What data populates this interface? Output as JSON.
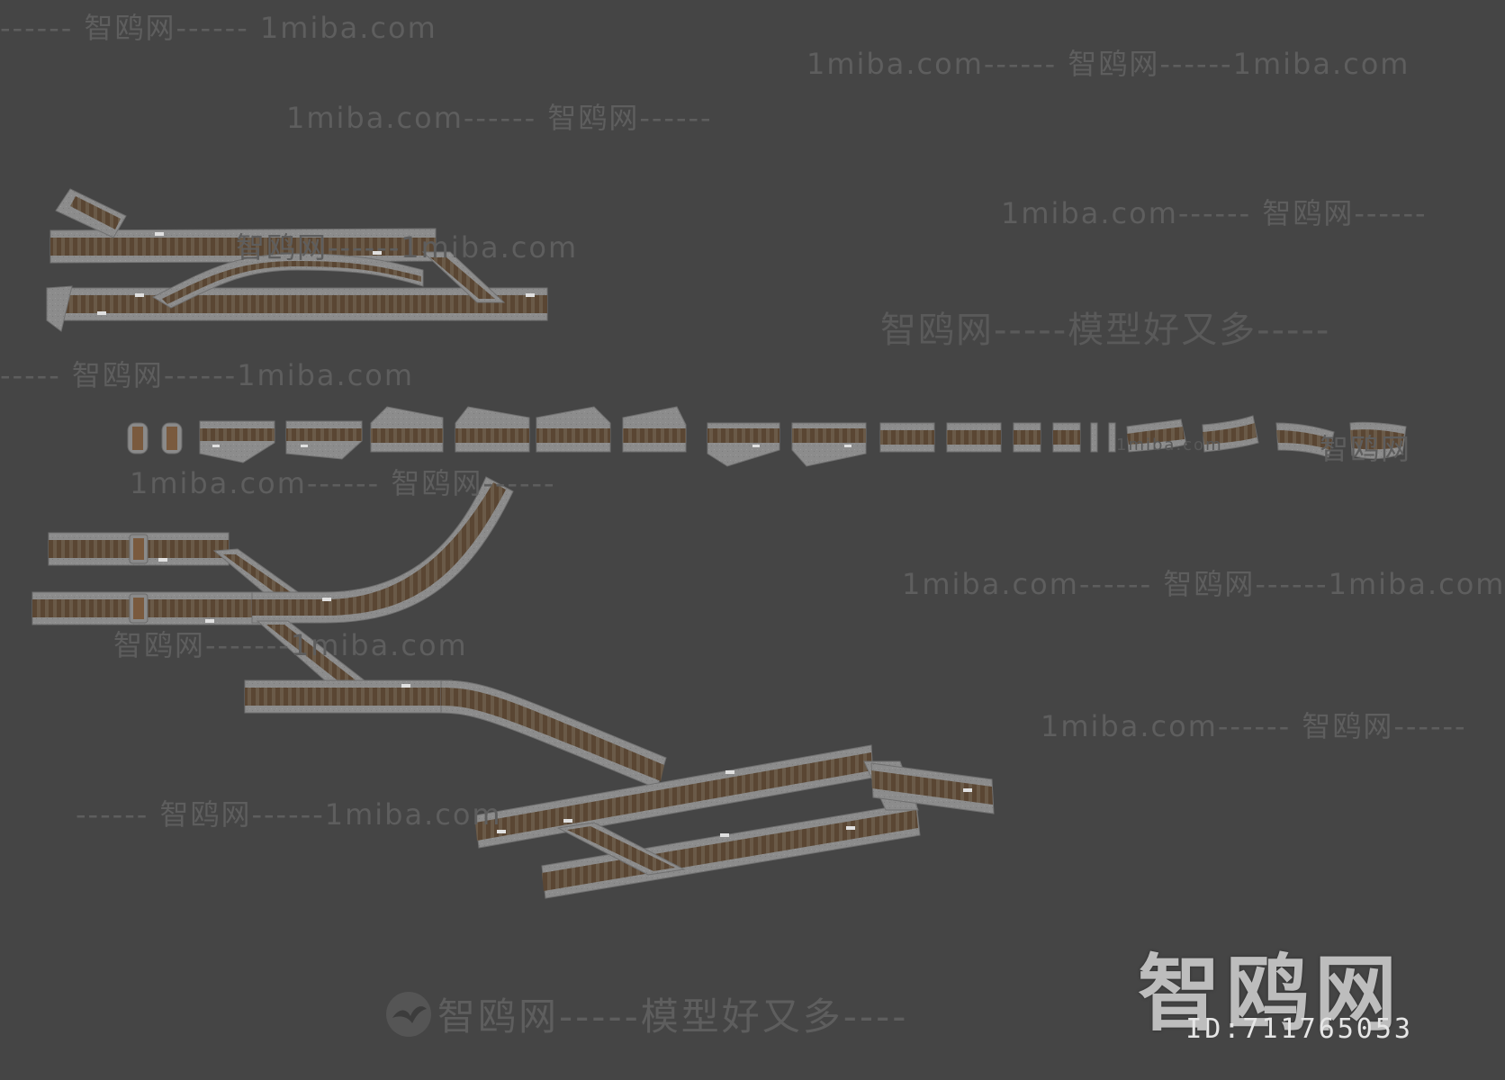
{
  "viewport": {
    "background_color": "#454545",
    "track_bed_color": "#8a8a8a",
    "track_edge_color": "#6e6e6e",
    "rail_color": "#7a6a55",
    "sleeper_color": "#5e4a35"
  },
  "watermarks": {
    "wm1": "------ 智鸥网------ 1miba.com",
    "wm2": "1miba.com------ 智鸥网------1miba.com",
    "wm3": "1miba.com------ 智鸥网------",
    "wm4": "1miba.com------ 智鸥网------",
    "wm5": "智鸥网------1miba.com",
    "wm6": "智鸥网-----模型好又多-----",
    "wm7": "----- 智鸥网------1miba.com",
    "wm8": "1miba.com------ 智鸥网------",
    "wm9": "1miba.com------ 智鸥网------1miba.com",
    "wm10": "智鸥网-------1miba.com",
    "wm11": "1miba.com------ 智鸥网------",
    "wm12": "------ 智鸥网------1miba.com",
    "wm13": "1miba.com",
    "wm14": "智鸥网"
  },
  "bottom_watermark": {
    "icon": "seagull-icon",
    "text": "智鸥网-----模型好又多----"
  },
  "brand": {
    "logo_text": "智鸥网",
    "id_label": "ID:711765053"
  }
}
